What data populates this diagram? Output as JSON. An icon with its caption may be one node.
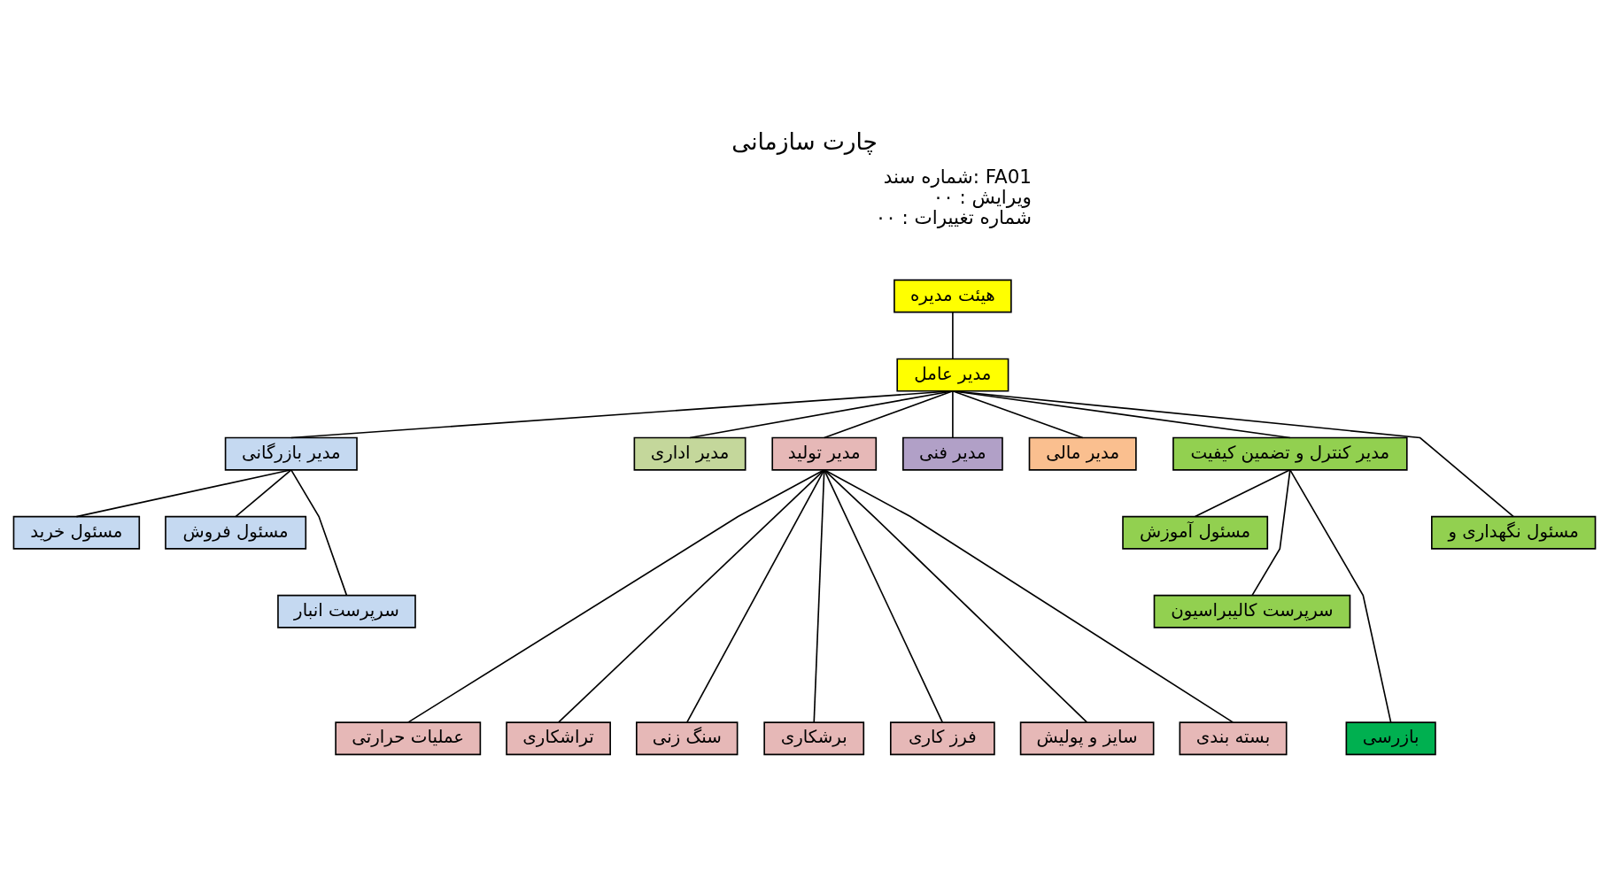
{
  "diagram": {
    "title": "چارت سازمانی",
    "nodes": [
      {
        "text": [
          "هیئت مدیره"
        ]
      },
      {
        "text": [
          "مدیر عامل"
        ]
      },
      {
        "text": [
          "مدیر بازرگانی"
        ]
      },
      {
        "text": [
          "مدیر اداری"
        ]
      },
      {
        "text": [
          "مدیر تولید"
        ]
      },
      {
        "text": [
          "مدیر فنی"
        ]
      },
      {
        "text": [
          "مدیر مالی"
        ]
      },
      {
        "text": [
          "مدیر کنترل و تضمین کیفیت"
        ]
      },
      {
        "text": [
          "مسئول خرید"
        ]
      },
      {
        "text": [
          "مسئول فروش"
        ]
      },
      {
        "text": [
          "سرپرست انبار"
        ]
      },
      {
        "text": [
          "مسئول آموزش"
        ]
      },
      {
        "text": [
          "مسئول نگهداری و"
        ]
      },
      {
        "text": [
          "سرپرست کالیبراسیون"
        ]
      },
      {
        "text": [
          "عملیات حرارتی"
        ]
      },
      {
        "text": [
          "تراشکاری"
        ]
      },
      {
        "text": [
          "سنگ زنی"
        ]
      },
      {
        "text": [
          "برشکاری"
        ]
      },
      {
        "text": [
          "فرز کاری"
        ]
      },
      {
        "text": [
          "سایز و پولیش"
        ]
      },
      {
        "text": [
          "بسته بندی"
        ]
      },
      {
        "text": [
          "بازرسی"
        ]
      }
    ],
    "edges": [
      {
        "from": 0,
        "to": 1,
        "arrow": "none"
      },
      {
        "from": 1,
        "to": 2,
        "arrow": "none"
      },
      {
        "from": 1,
        "to": 3,
        "arrow": "none"
      },
      {
        "from": 1,
        "to": 4,
        "arrow": "none"
      },
      {
        "from": 1,
        "to": 5,
        "arrow": "none"
      },
      {
        "from": 1,
        "to": 6,
        "arrow": "none"
      },
      {
        "from": 1,
        "to": 7,
        "arrow": "none"
      },
      {
        "from": 1,
        "to": 12,
        "arrow": "none"
      },
      {
        "from": 2,
        "to": 8,
        "arrow": "none"
      },
      {
        "from": 2,
        "to": 9,
        "arrow": "none"
      },
      {
        "from": 2,
        "to": 10,
        "arrow": "none"
      },
      {
        "from": 7,
        "to": 13,
        "arrow": "none"
      },
      {
        "from": 7,
        "to": 11,
        "arrow": "none"
      },
      {
        "from": 7,
        "to": 21,
        "arrow": "none"
      },
      {
        "from": 4,
        "to": 14,
        "arrow": "none"
      },
      {
        "from": 4,
        "to": 15,
        "arrow": "none"
      },
      {
        "from": 4,
        "to": 16,
        "arrow": "none"
      },
      {
        "from": 4,
        "to": 17,
        "arrow": "none"
      },
      {
        "from": 4,
        "to": 18,
        "arrow": "none"
      },
      {
        "from": 4,
        "to": 19,
        "arrow": "none"
      },
      {
        "from": 4,
        "to": 20,
        "arrow": "none"
      }
    ],
    "labels": [
      "شماره سند: FA01",
      "ویرایش : ۰۰",
      "شماره تغییرات : ۰۰"
    ]
  }
}
